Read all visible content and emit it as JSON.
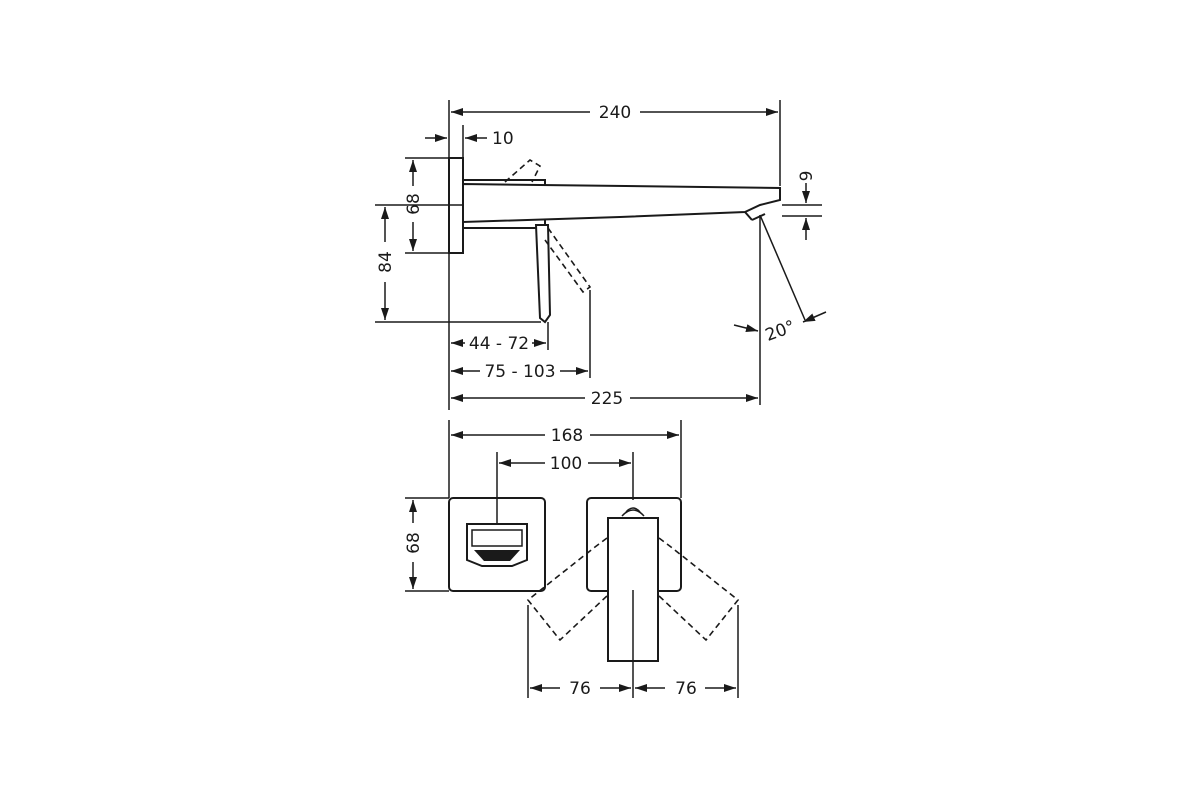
{
  "drawing": {
    "side_view": {
      "overall_length": "240",
      "plate_thickness": "10",
      "plate_height": "68",
      "lever_height": "84",
      "outlet_height": "9",
      "spray_angle": "20°",
      "lever_offset": "44 - 72",
      "lever_tip_offset": "75 - 103",
      "outlet_reach": "225"
    },
    "front_view": {
      "total_width": "168",
      "centre_distance": "100",
      "plate_height": "68",
      "lever_swing_left": "76",
      "lever_swing_right": "76"
    }
  },
  "colors": {
    "line": "#1a1a1a",
    "background": "#ffffff"
  }
}
